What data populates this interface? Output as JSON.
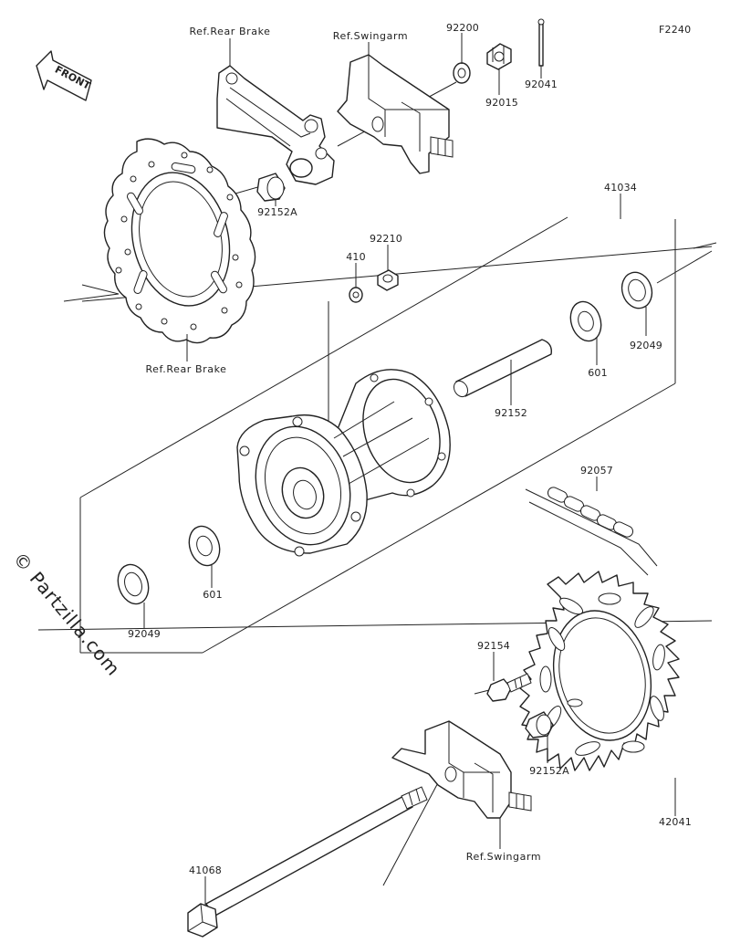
{
  "diagram_code": "F2240",
  "front_badge": "FRONT",
  "watermark": "© Partzilla.com",
  "labels": {
    "ref_rear_brake_top": "Ref.Rear Brake",
    "ref_swingarm_top": "Ref.Swingarm",
    "p92200": "92200",
    "p92015": "92015",
    "p92041": "92041",
    "p92152A_top": "92152A",
    "p41034": "41034",
    "p92210": "92210",
    "p410": "410",
    "ref_rear_brake_bottom": "Ref.Rear Brake",
    "p92049_right": "92049",
    "p601_right": "601",
    "p92152": "92152",
    "p92057": "92057",
    "p601_left": "601",
    "p92049_left": "92049",
    "p92154": "92154",
    "p92152A_bottom": "92152A",
    "p42041": "42041",
    "ref_swingarm_bottom": "Ref.Swingarm",
    "p41068": "41068"
  },
  "colors": {
    "line": "#222222",
    "background": "#ffffff"
  }
}
